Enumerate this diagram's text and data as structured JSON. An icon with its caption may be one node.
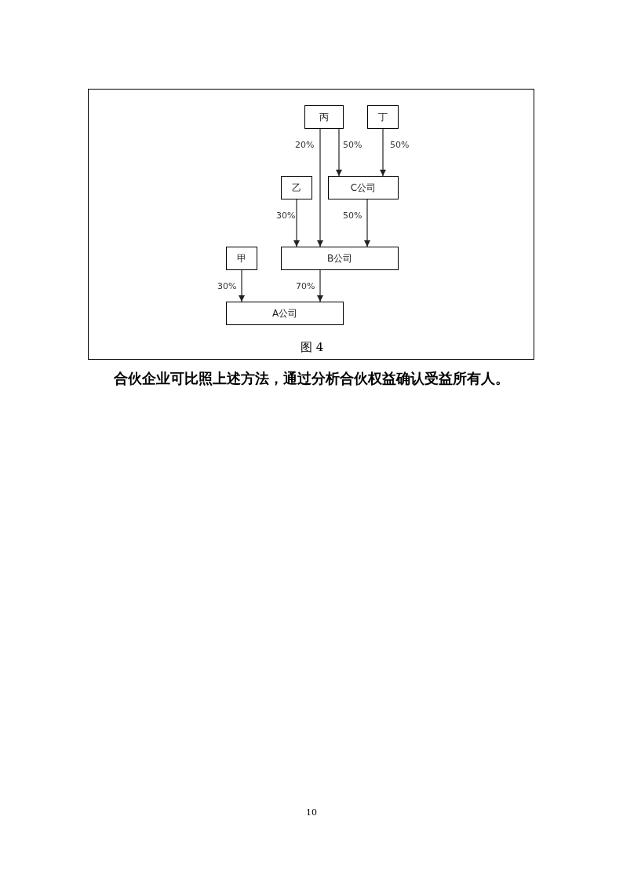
{
  "diagram": {
    "caption": "图 4",
    "nodes": [
      {
        "text": [
          "丙"
        ]
      },
      {
        "text": [
          "丁"
        ]
      },
      {
        "text": [
          "乙"
        ]
      },
      {
        "text": [
          "C公司"
        ]
      },
      {
        "text": [
          "甲"
        ]
      },
      {
        "text": [
          "B公司"
        ]
      },
      {
        "text": [
          "A公司"
        ]
      }
    ],
    "edges": [
      {
        "from": 0,
        "to": 5,
        "arrow": "to",
        "label": "20%"
      },
      {
        "from": 0,
        "to": 3,
        "arrow": "to",
        "label": "50%"
      },
      {
        "from": 1,
        "to": 3,
        "arrow": "to",
        "label": "50%"
      },
      {
        "from": 2,
        "to": 5,
        "arrow": "to",
        "label": "30%"
      },
      {
        "from": 3,
        "to": 5,
        "arrow": "to",
        "label": "50%"
      },
      {
        "from": 4,
        "to": 6,
        "arrow": "to",
        "label": "30%"
      },
      {
        "from": 5,
        "to": 6,
        "arrow": "to",
        "label": "70%"
      }
    ],
    "labels": [
      "合伙企业可比照上述方法，通过分析合伙权益确认受益所有人。",
      "10"
    ]
  }
}
